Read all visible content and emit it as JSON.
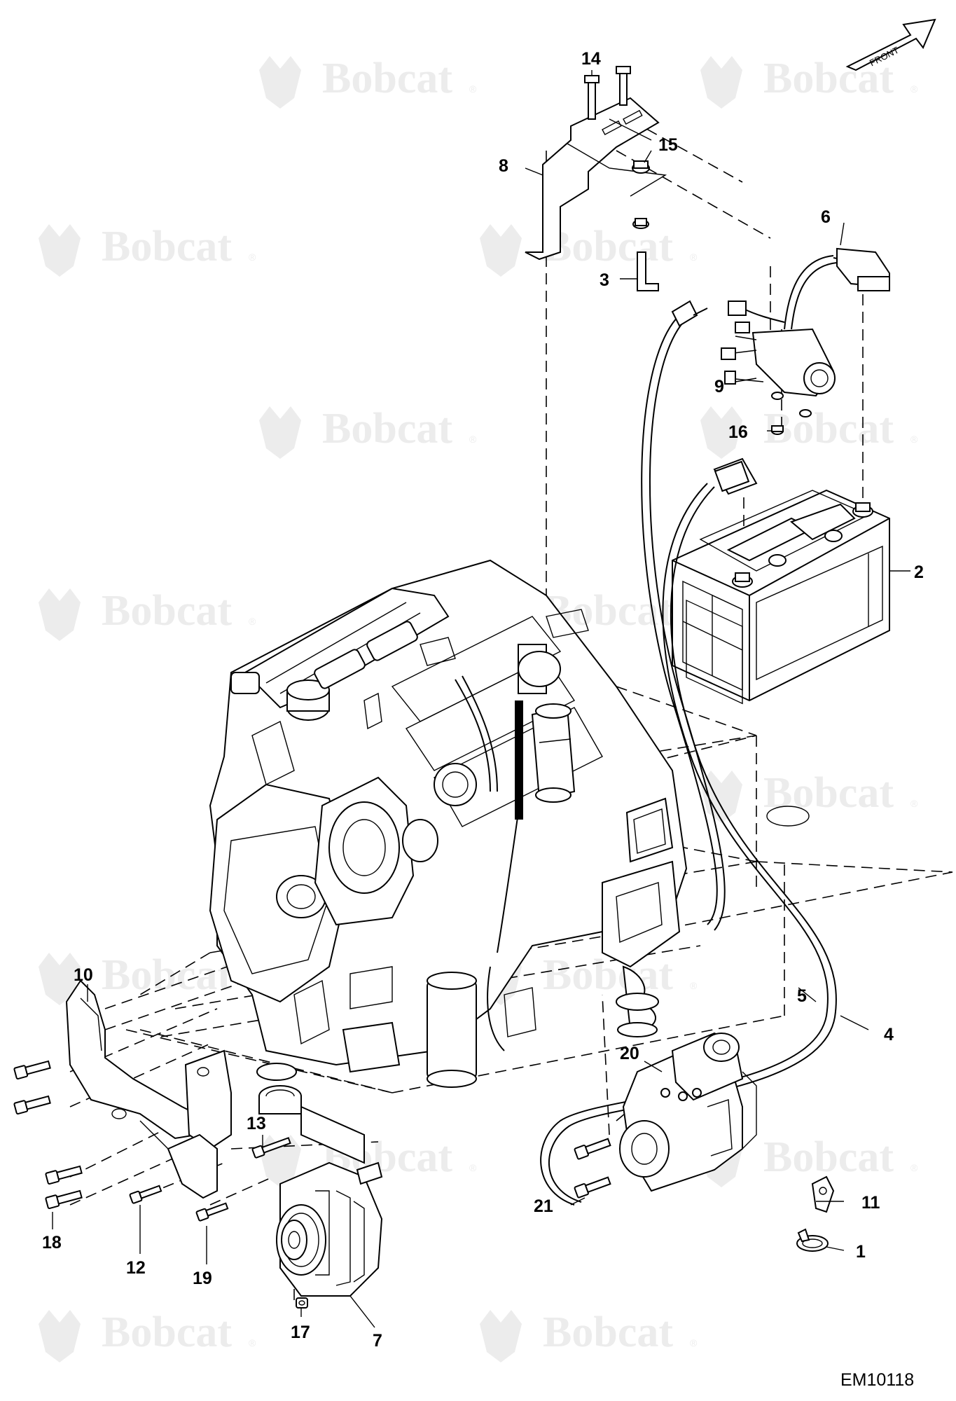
{
  "diagram": {
    "drawing_code": "EM10118",
    "front_label": "FRONT",
    "watermark": {
      "text": "Bobcat",
      "registered_mark": "®"
    },
    "callouts": [
      {
        "id": "1",
        "label": "1"
      },
      {
        "id": "2",
        "label": "2"
      },
      {
        "id": "3",
        "label": "3"
      },
      {
        "id": "4",
        "label": "4"
      },
      {
        "id": "5",
        "label": "5"
      },
      {
        "id": "6",
        "label": "6"
      },
      {
        "id": "7",
        "label": "7"
      },
      {
        "id": "8",
        "label": "8"
      },
      {
        "id": "9",
        "label": "9"
      },
      {
        "id": "10",
        "label": "10"
      },
      {
        "id": "11",
        "label": "11"
      },
      {
        "id": "12",
        "label": "12"
      },
      {
        "id": "13",
        "label": "13"
      },
      {
        "id": "14",
        "label": "14"
      },
      {
        "id": "15",
        "label": "15"
      },
      {
        "id": "16",
        "label": "16"
      },
      {
        "id": "17",
        "label": "17"
      },
      {
        "id": "18",
        "label": "18"
      },
      {
        "id": "19",
        "label": "19"
      },
      {
        "id": "20",
        "label": "20"
      },
      {
        "id": "21",
        "label": "21"
      }
    ]
  }
}
